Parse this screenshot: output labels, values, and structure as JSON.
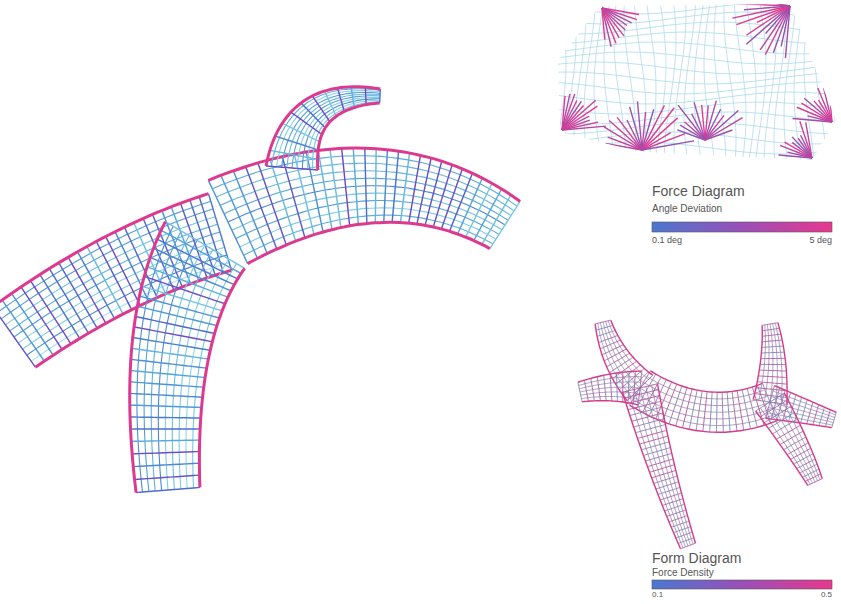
{
  "diagram": {
    "labels": [
      "Force Diagram",
      "Angle Deviation",
      "0.1 deg",
      "5 deg",
      "Form Diagram",
      "Force Density",
      "0.1",
      "0.5"
    ]
  }
}
